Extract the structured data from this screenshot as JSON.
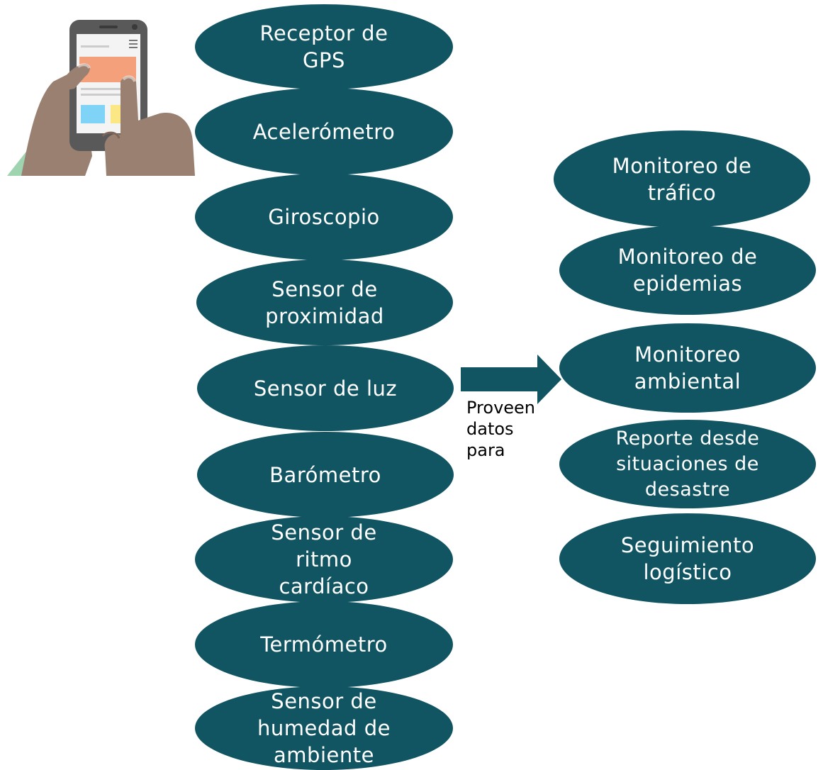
{
  "sensors": [
    {
      "lines": [
        "Receptor de",
        "GPS"
      ]
    },
    {
      "lines": [
        "Acelerómetro"
      ]
    },
    {
      "lines": [
        "Giroscopio"
      ]
    },
    {
      "lines": [
        "Sensor de",
        "proximidad"
      ]
    },
    {
      "lines": [
        "Sensor de luz"
      ]
    },
    {
      "lines": [
        "Barómetro"
      ]
    },
    {
      "lines": [
        "Sensor de",
        "ritmo",
        "cardíaco"
      ]
    },
    {
      "lines": [
        "Termómetro"
      ]
    },
    {
      "lines": [
        "Sensor de",
        "humedad de",
        "ambiente"
      ]
    }
  ],
  "arrow_caption": [
    "Proveen",
    "datos",
    "para"
  ],
  "applications": [
    {
      "lines": [
        "Monitoreo de",
        "tráfico"
      ]
    },
    {
      "lines": [
        "Monitoreo de",
        "epidemias"
      ]
    },
    {
      "lines": [
        "Monitoreo",
        "ambiental"
      ]
    },
    {
      "lines": [
        "Reporte desde",
        "situaciones de",
        "desastre"
      ]
    },
    {
      "lines": [
        "Seguimiento",
        "logístico"
      ]
    }
  ],
  "colors": {
    "node_fill": "#115563",
    "node_text": "#ffffff",
    "skin": "#9a8070",
    "phone_body": "#595959",
    "screen_orange": "#f4a07a",
    "screen_blue": "#7fd3f7",
    "screen_yellow": "#fbe784",
    "sleeve": "#9fd4b0"
  },
  "icons": [
    "hand-holding-smartphone-icon",
    "right-arrow-icon"
  ]
}
